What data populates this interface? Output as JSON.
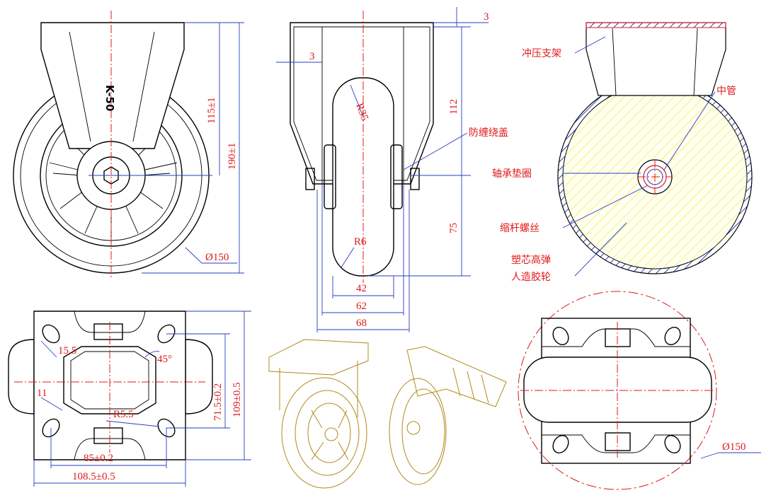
{
  "wheel_mark": "K-50",
  "front_view": {
    "height_dim": "115±1",
    "total_dim": "190±1",
    "diameter": "Ø150"
  },
  "side_view": {
    "plate_thickness_top": "3",
    "plate_thickness_side": "3",
    "radius_top": "R35",
    "radius_bottom": "R6",
    "height_upper": "112",
    "height_lower": "75",
    "width_tread": "42",
    "width_hub": "62",
    "width_total": "68"
  },
  "section_view": {
    "labels": {
      "stamped_bracket": "冲压支架",
      "center_tube": "中管",
      "anti_wrap_cover": "防缠绕盖",
      "bearing_washer": "轴承垫圈",
      "shrink_rod_thread": "缩杆螺丝",
      "wheel_line1": "塑芯高弹",
      "wheel_line2": "人造胶轮"
    }
  },
  "plate_view": {
    "hole_dia": "15.5",
    "angle": "45°",
    "slot_width": "11",
    "corner_radius": "R5.5",
    "inner_height": "71.5±0.2",
    "outer_height": "109±0.5",
    "inner_width": "85±0.2",
    "outer_width": "108.5±0.5"
  },
  "top_view": {
    "diameter": "Ø150"
  }
}
